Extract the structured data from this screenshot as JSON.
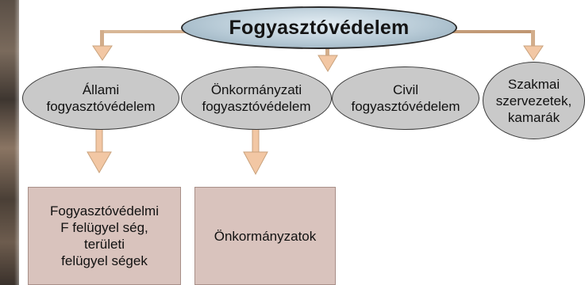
{
  "diagram": {
    "root": {
      "label": "Fogyasztóvédelem"
    },
    "branches": [
      {
        "id": "allami",
        "label": "Állami\nfogyasztóvédelem"
      },
      {
        "id": "onkormanyzati",
        "label": "Önkormányzati\nfogyasztóvédelem"
      },
      {
        "id": "civil",
        "label": "Civil\nfogyasztóvédelem"
      },
      {
        "id": "szakmai",
        "label": "Szakmai\nszervezetek,\nkamarák"
      }
    ],
    "leaves": [
      {
        "parent": "allami",
        "label": "Fogyasztóvédelmi\nF felügyel ség,\nterületi\nfelügyel ségek"
      },
      {
        "parent": "onkormanyzati",
        "label": "Önkormányzatok"
      }
    ],
    "colors": {
      "root_fill": "#b7cad6",
      "branch_fill": "#c9c9c9",
      "leaf_fill": "#d9c3bd",
      "arrow_fill": "#f2c7a4",
      "arrow_stroke": "#c9a27c",
      "connector": "#c9a27c"
    }
  }
}
